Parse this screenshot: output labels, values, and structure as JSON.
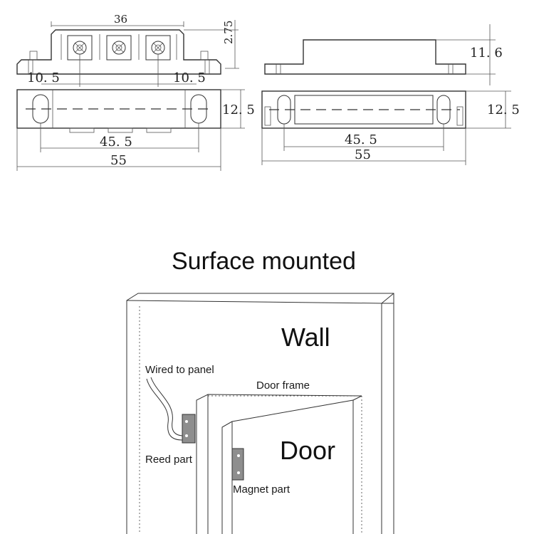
{
  "drawing": {
    "dim_36": "36",
    "dim_2_75": "2.75",
    "dim_10_5_left": "10. 5",
    "dim_10_5_right": "10. 5",
    "dim_12_5_left": "12. 5",
    "dim_45_5_left": "45. 5",
    "dim_55_left": "55",
    "dim_11_6": "11. 6",
    "dim_12_5_right": "12. 5",
    "dim_45_5_right": "45. 5",
    "dim_55_right": "55"
  },
  "install": {
    "title": "Surface mounted",
    "wall": "Wall",
    "door": "Door",
    "wired_to_panel": "Wired to panel",
    "door_frame": "Door frame",
    "reed_part": "Reed part",
    "magnet_part": "Magnet part"
  }
}
